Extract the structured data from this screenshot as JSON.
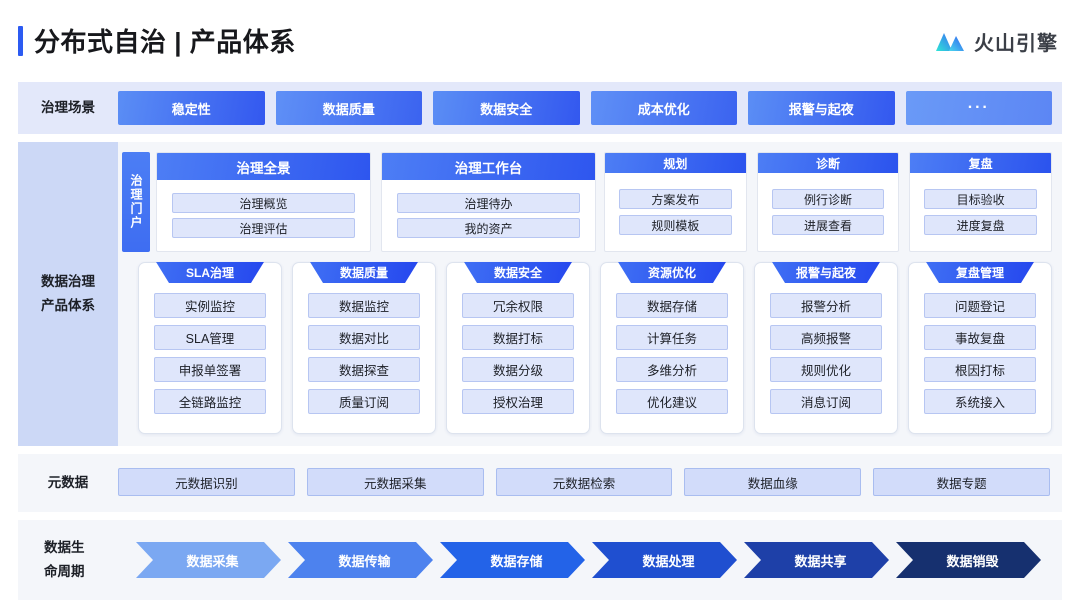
{
  "header": {
    "title": "分布式自治 | 产品体系",
    "brand": "火山引擎",
    "accent": "#2c5bf2"
  },
  "scenario": {
    "label": "治理场景",
    "chips": [
      "稳定性",
      "数据质量",
      "数据安全",
      "成本优化",
      "报警与起夜",
      "···"
    ]
  },
  "product": {
    "label_line1": "数据治理",
    "label_line2": "产品体系",
    "portal_tab": "治理门户",
    "top_cards": [
      {
        "title": "治理全景",
        "items": [
          "治理概览",
          "治理评估"
        ]
      },
      {
        "title": "治理工作台",
        "items": [
          "治理待办",
          "我的资产"
        ]
      }
    ],
    "small_cards": [
      {
        "title": "规划",
        "items": [
          "方案发布",
          "规则模板"
        ]
      },
      {
        "title": "诊断",
        "items": [
          "例行诊断",
          "进展查看"
        ]
      },
      {
        "title": "复盘",
        "items": [
          "目标验收",
          "进度复盘"
        ]
      }
    ],
    "product_cards": [
      {
        "title": "SLA治理",
        "items": [
          "实例监控",
          "SLA管理",
          "申报单签署",
          "全链路监控"
        ]
      },
      {
        "title": "数据质量",
        "items": [
          "数据监控",
          "数据对比",
          "数据探查",
          "质量订阅"
        ]
      },
      {
        "title": "数据安全",
        "items": [
          "冗余权限",
          "数据打标",
          "数据分级",
          "授权治理"
        ]
      },
      {
        "title": "资源优化",
        "items": [
          "数据存储",
          "计算任务",
          "多维分析",
          "优化建议"
        ]
      },
      {
        "title": "报警与起夜",
        "items": [
          "报警分析",
          "高频报警",
          "规则优化",
          "消息订阅"
        ]
      },
      {
        "title": "复盘管理",
        "items": [
          "问题登记",
          "事故复盘",
          "根因打标",
          "系统接入"
        ]
      }
    ]
  },
  "metadata": {
    "label": "元数据",
    "items": [
      "元数据识别",
      "元数据采集",
      "元数据检索",
      "数据血缘",
      "数据专题"
    ]
  },
  "lifecycle": {
    "label_line1": "数据生",
    "label_line2": "命周期",
    "stages": [
      {
        "label": "数据采集",
        "color": "#7ba8f2"
      },
      {
        "label": "数据传输",
        "color": "#4d82ee"
      },
      {
        "label": "数据存储",
        "color": "#2363e8"
      },
      {
        "label": "数据处理",
        "color": "#1f4fd0"
      },
      {
        "label": "数据共享",
        "color": "#1e40a8"
      },
      {
        "label": "数据销毁",
        "color": "#16306f"
      }
    ]
  }
}
